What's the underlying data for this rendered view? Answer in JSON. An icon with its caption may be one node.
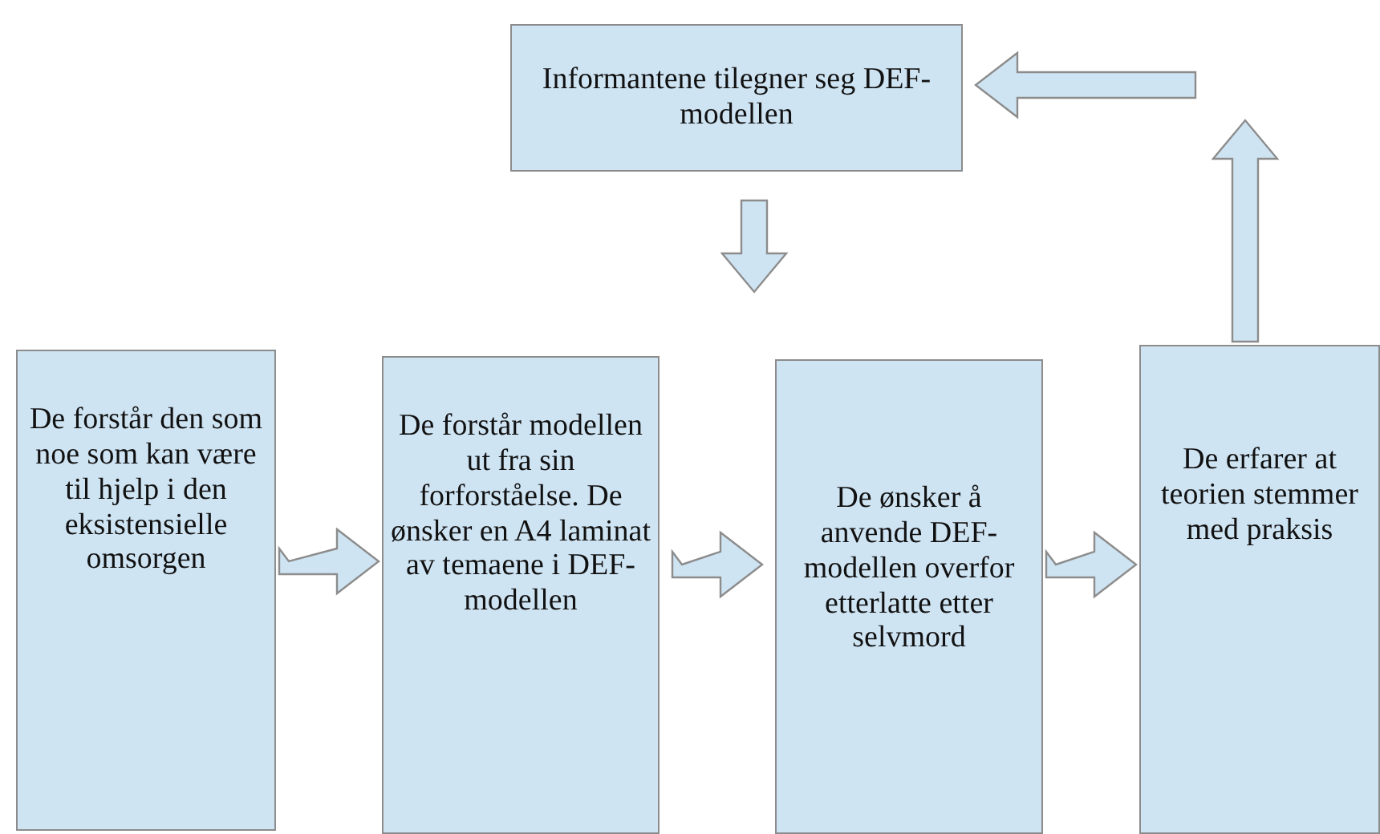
{
  "diagram": {
    "nodes": [
      {
        "text": [
          "Informantene tilegner seg DEF-modellen"
        ]
      },
      {
        "text": [
          "De forstår den som noe som kan være til hjelp i den eksistensielle omsorgen"
        ]
      },
      {
        "text": [
          "De forstår modellen ut fra sin forforståelse. De ønsker en A4 laminat av temaene i DEF-modellen"
        ]
      },
      {
        "text": [
          "De ønsker å anvende DEF-modellen overfor etterlatte etter selvmord"
        ]
      },
      {
        "text": [
          "De erfarer at teorien stemmer med praksis"
        ]
      }
    ],
    "edges": [
      {
        "from": 1,
        "to": 2,
        "arrow": "to"
      },
      {
        "from": 2,
        "to": 3,
        "arrow": "to"
      },
      {
        "from": 3,
        "to": 4,
        "arrow": "to"
      },
      {
        "from": 4,
        "to": null,
        "arrow": "to"
      },
      {
        "from": null,
        "to": 0,
        "arrow": "to"
      },
      {
        "from": 0,
        "to": null,
        "arrow": "to"
      }
    ]
  }
}
